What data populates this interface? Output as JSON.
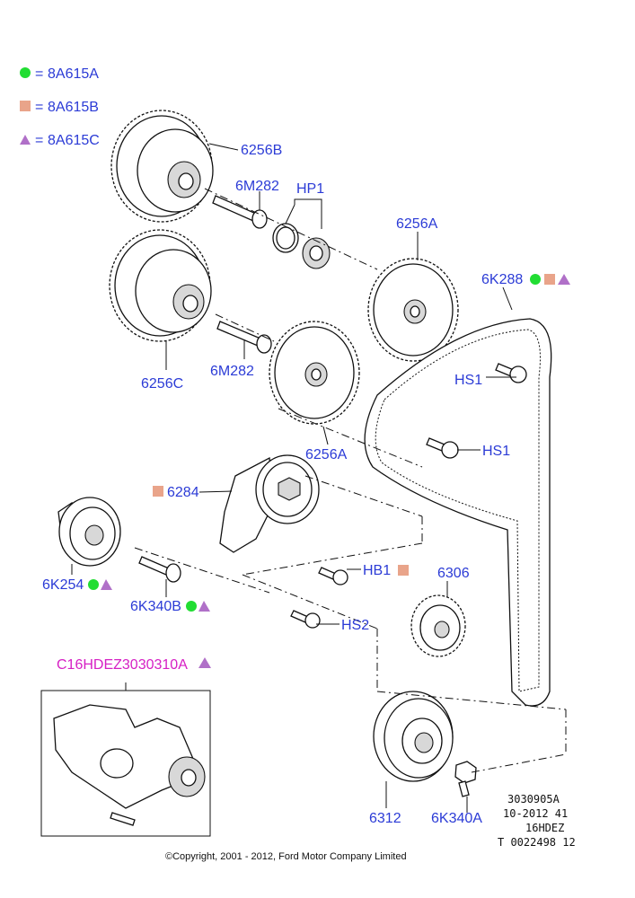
{
  "legend": [
    {
      "symbol": "circle",
      "color": "#22dd33",
      "eq": "=",
      "code": "8A615A"
    },
    {
      "symbol": "square",
      "color": "#e9a48a",
      "eq": "=",
      "code": "8A615B"
    },
    {
      "symbol": "triangle",
      "color": "#b070c8",
      "eq": "=",
      "code": "8A615C"
    }
  ],
  "labels": {
    "p6256B": "6256B",
    "p6M282_top": "6M282",
    "pHP1": "HP1",
    "p6256A_top": "6256A",
    "p6K288": "6K288",
    "p6256C": "6256C",
    "p6M282_bot": "6M282",
    "pHS1_a": "HS1",
    "pHS1_b": "HS1",
    "p6256A_bot": "6256A",
    "p6284": "6284",
    "p6K254": "6K254",
    "p6K340B": "6K340B",
    "pHB1": "HB1",
    "p6306": "6306",
    "pHS2": "HS2",
    "pC16": "C16HDEZ3030310A",
    "p6312": "6312",
    "p6K340A": "6K340A"
  },
  "ref_block": [
    "3030905A",
    "10-2012 41",
    "16HDEZ",
    "T 0022498 12"
  ],
  "copyright": "©Copyright, 2001 - 2012, Ford Motor Company Limited",
  "colors": {
    "label": "#2b3bd6",
    "magenta": "#d61fc4",
    "green": "#22dd33",
    "salmon": "#e9a48a",
    "purple": "#b070c8"
  }
}
